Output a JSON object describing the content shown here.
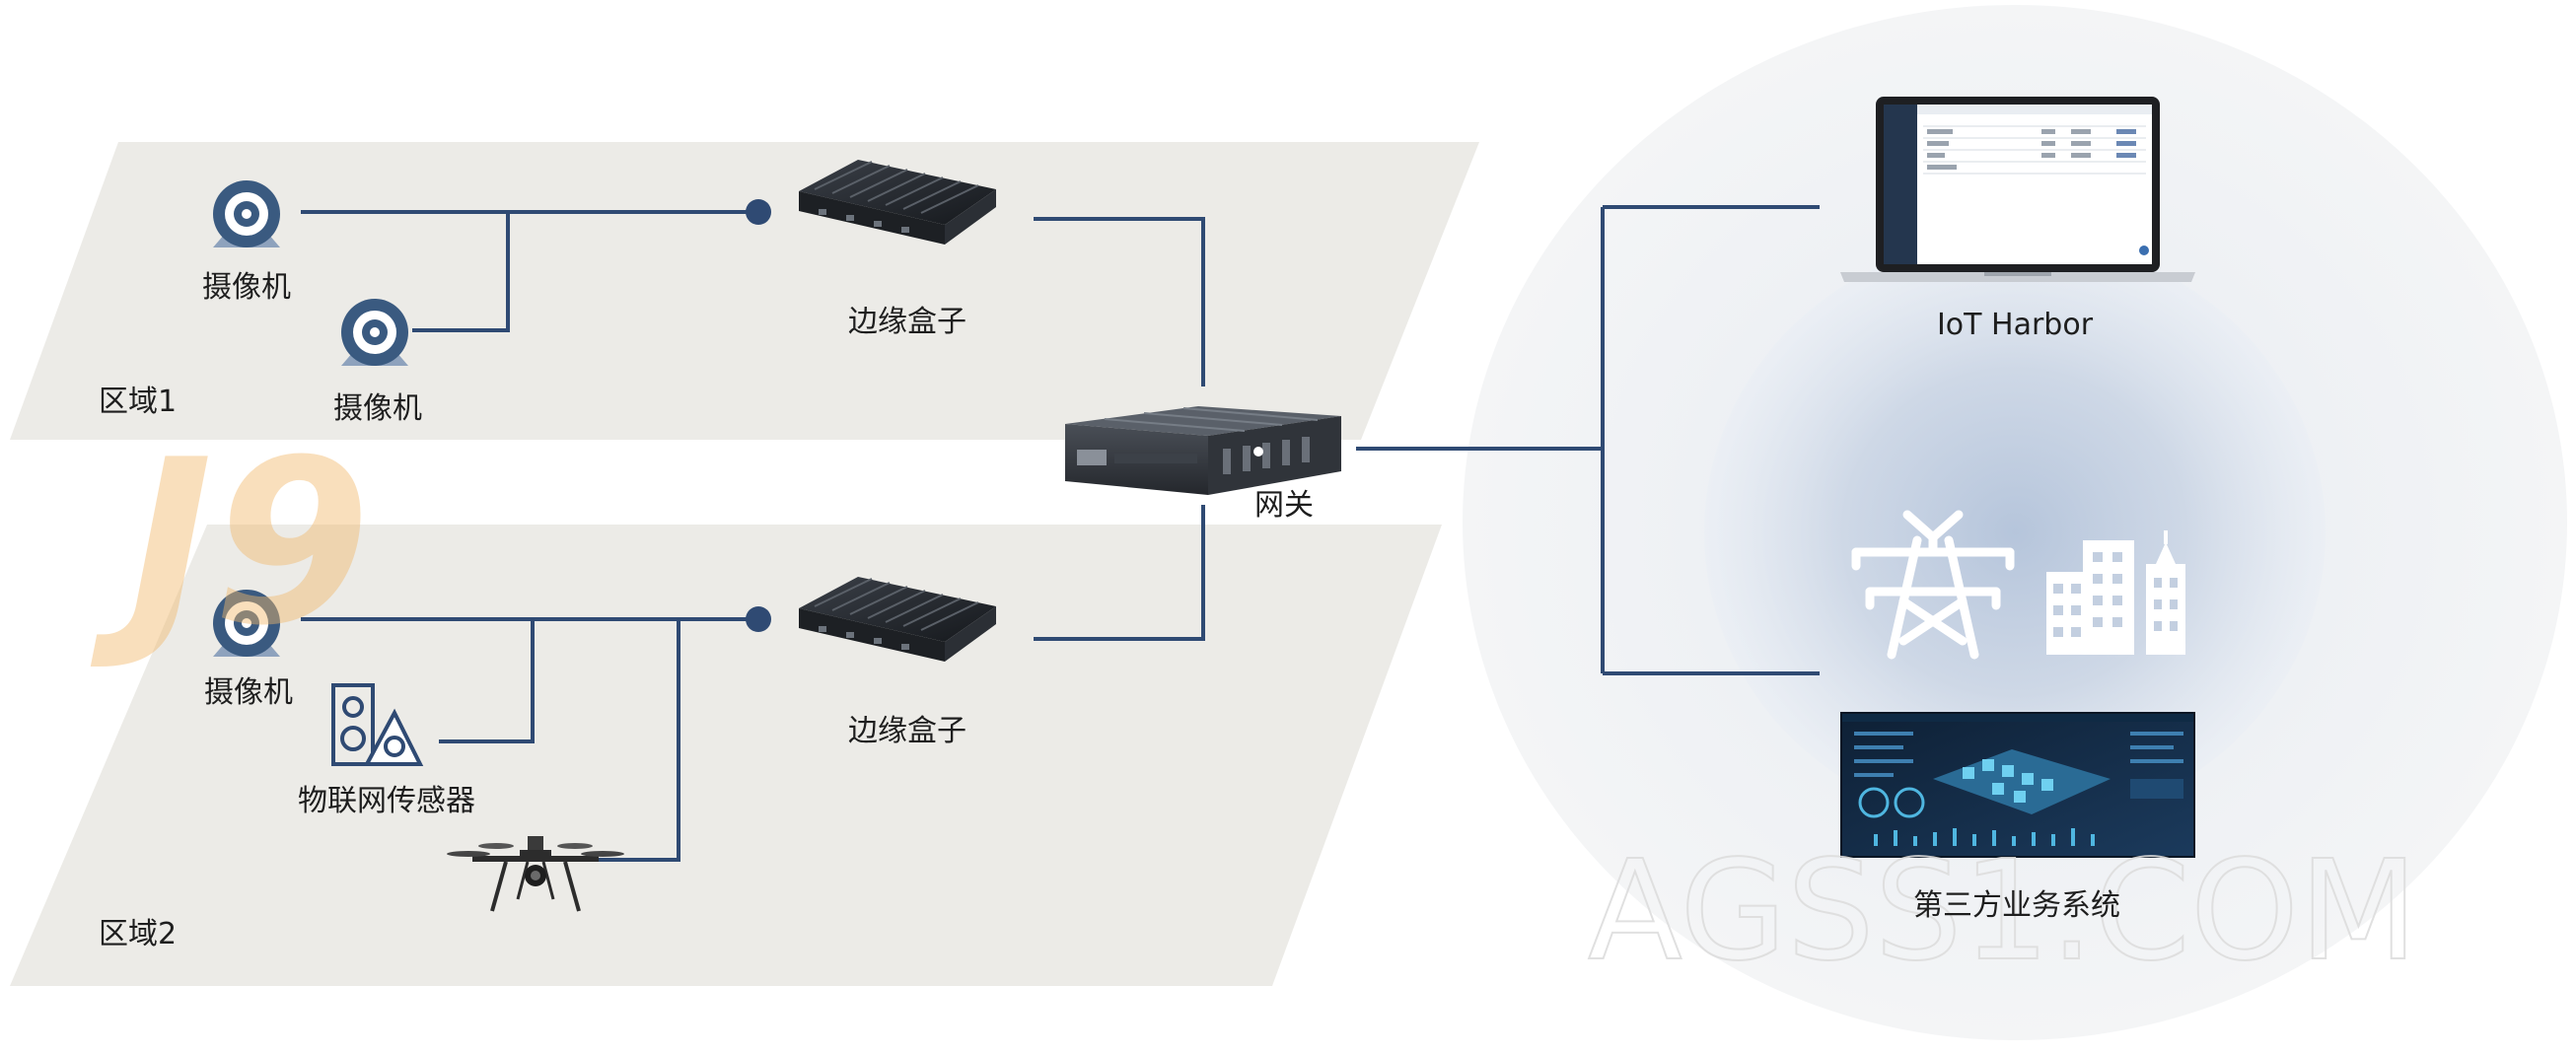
{
  "zones": [
    {
      "label": "区域1"
    },
    {
      "label": "区域2"
    }
  ],
  "devices": {
    "camera_1": "摄像机",
    "camera_2": "摄像机",
    "camera_3": "摄像机",
    "edge_box_1": "边缘盒子",
    "edge_box_2": "边缘盒子",
    "gateway": "网关",
    "iot_sensor": "物联网传感器",
    "iot_harbor": "IoT Harbor",
    "third_party": "第三方业务系统"
  },
  "watermarks": [
    "J9",
    "AGSS1.COM"
  ],
  "icons": {
    "camera": "camera-icon",
    "edge_box": "edge-box-icon",
    "gateway": "gateway-icon",
    "sensor": "iot-sensor-icon",
    "drone": "drone-icon",
    "laptop": "laptop-icon",
    "power_tower": "power-tower-icon",
    "buildings": "buildings-icon",
    "dashboard": "dashboard-screen-icon"
  },
  "colors": {
    "line": "#2f4a73",
    "zone_fill": "#ecebe7",
    "icon": "#3a5a80",
    "halo": "#c7d3e6",
    "device_dark": "#222831"
  }
}
